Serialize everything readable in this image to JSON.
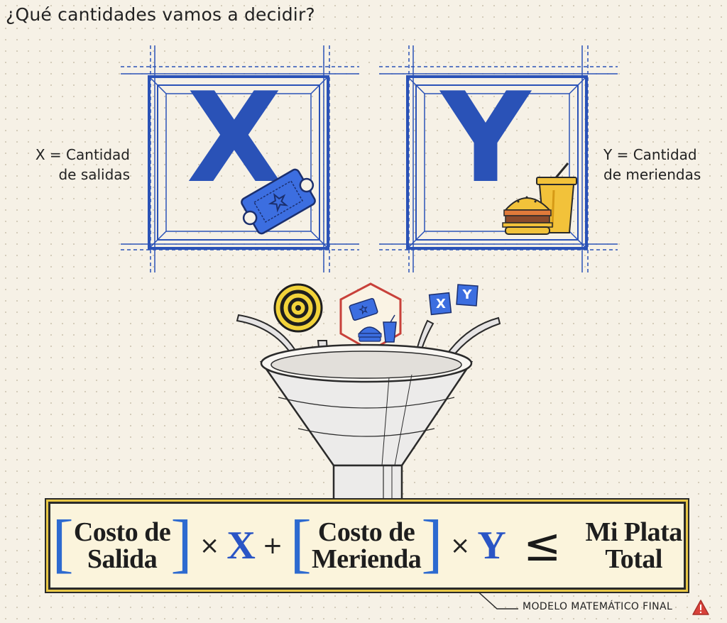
{
  "title": "¿Qué cantidades vamos a decidir?",
  "variables": {
    "x": {
      "letter": "X",
      "label_line1": "X = Cantidad",
      "label_line2": "de salidas"
    },
    "y": {
      "letter": "Y",
      "label_line1": "Y = Cantidad",
      "label_line2": "de meriendas"
    }
  },
  "funnel_inputs": {
    "badge_x": "X",
    "badge_y": "Y"
  },
  "equation": {
    "term1_line1": "Costo de",
    "term1_line2": "Salida",
    "times1": "×",
    "var1": "X",
    "plus": "+",
    "term2_line1": "Costo de",
    "term2_line2": "Merienda",
    "times2": "×",
    "var2": "Y",
    "leq": "≤",
    "total_line1": "Mi Plata",
    "total_line2": "Total"
  },
  "footer": {
    "model_label": "MODELO MATEMÁTICO FINAL"
  },
  "colors": {
    "blue": "#2a52b7",
    "yellow": "#e9c846",
    "red": "#c8413a",
    "background": "#f6f1e6"
  }
}
